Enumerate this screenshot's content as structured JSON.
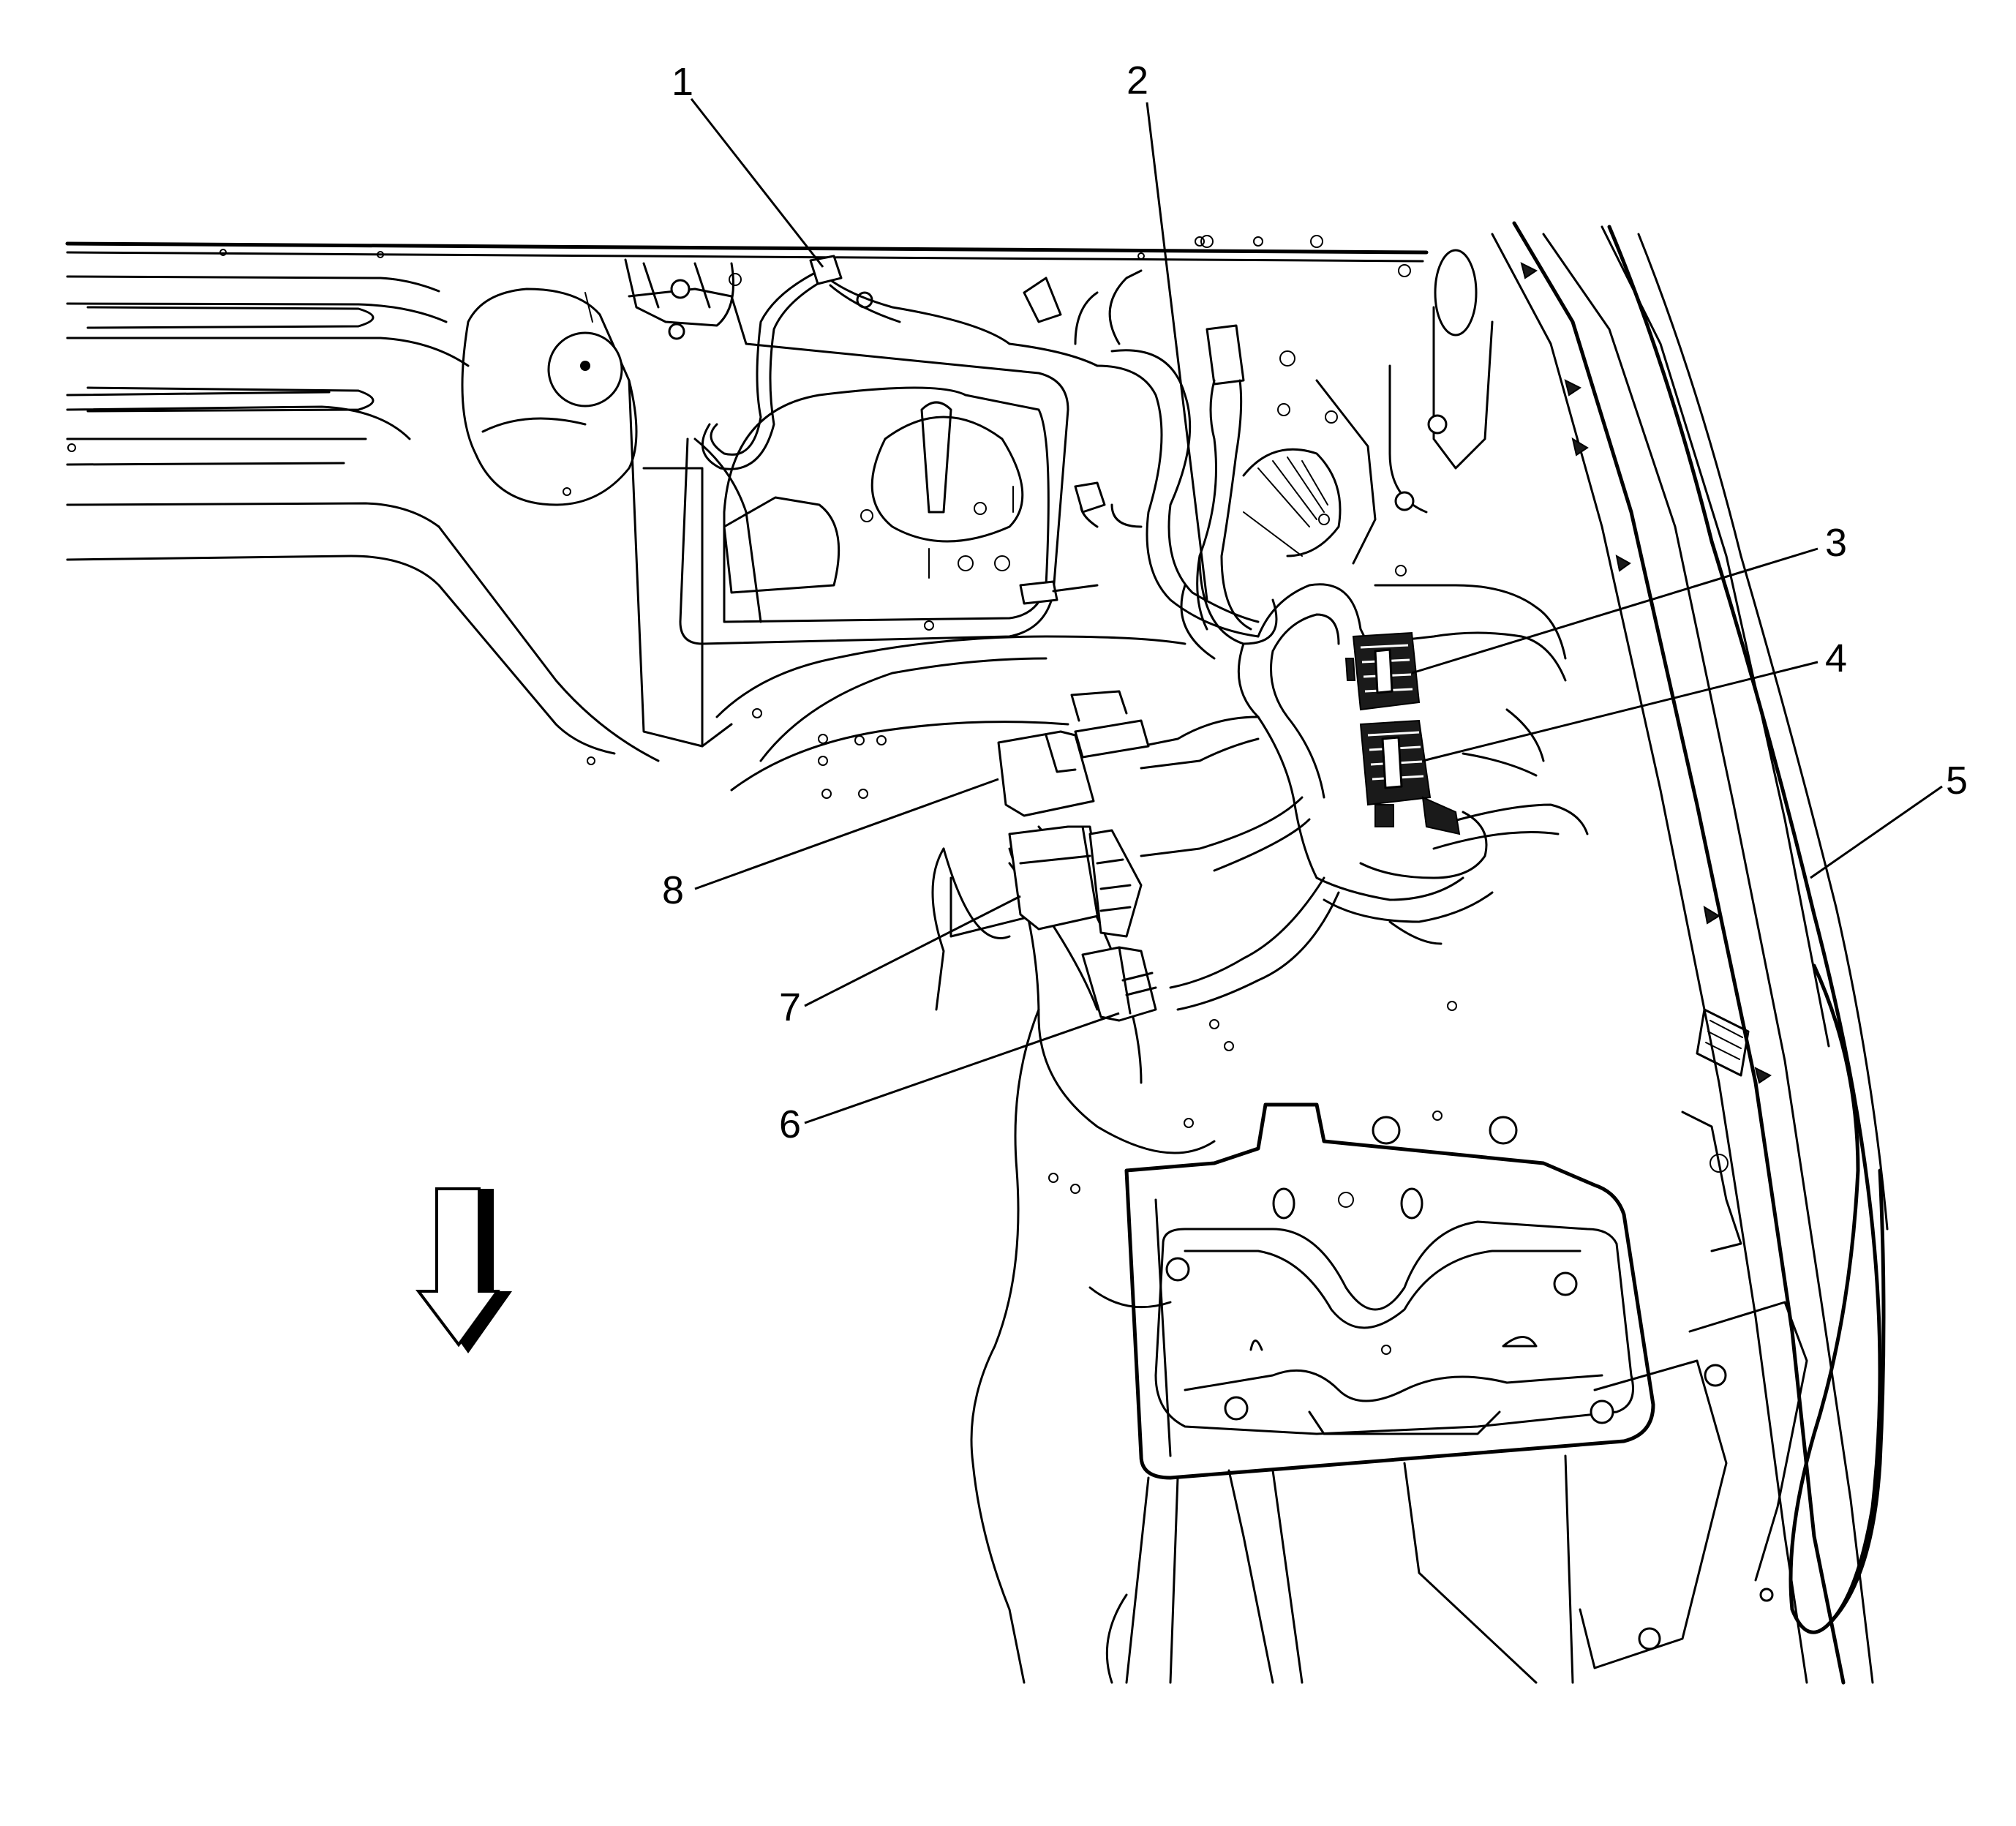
{
  "callouts": [
    {
      "id": "1",
      "label": "1"
    },
    {
      "id": "2",
      "label": "2"
    },
    {
      "id": "3",
      "label": "3"
    },
    {
      "id": "4",
      "label": "4"
    },
    {
      "id": "5",
      "label": "5"
    },
    {
      "id": "6",
      "label": "6"
    },
    {
      "id": "7",
      "label": "7"
    },
    {
      "id": "8",
      "label": "8"
    }
  ],
  "direction_arrow": {
    "icon": "down-arrow-icon",
    "meaning": ""
  },
  "colors": {
    "line": "#000000",
    "background": "#ffffff",
    "connector": "#1a1a1a"
  }
}
